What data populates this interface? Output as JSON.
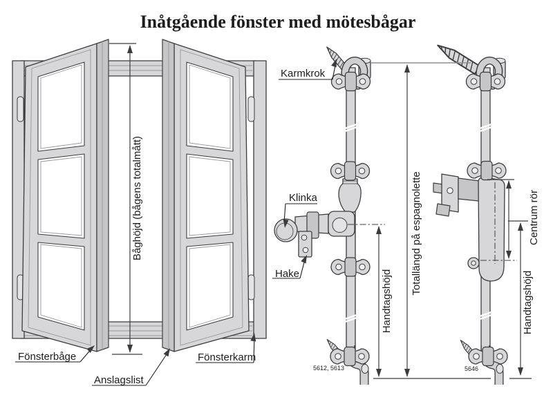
{
  "title": "Inåtgående fönster med mötesbågar",
  "window_diagram": {
    "dimension_label": "Båghöjd (bågens totalmått)",
    "sash_label": "Fönsterbåge",
    "stop_strip_label": "Anslagslist",
    "frame_label": "Fönsterkarm"
  },
  "hardware_diagram": {
    "left_espagnolette": {
      "frame_hook_label": "Karmkrok",
      "latch_label": "Klinka",
      "hook_label": "Hake",
      "handle_height_label": "Handtagshöjd",
      "total_length_label": "Totallängd på espagnolette",
      "part_numbers": "5612, 5613"
    },
    "right_espagnolette": {
      "center_tube_label": "Centrum rör",
      "handle_height_label": "Handtagshöjd",
      "part_number": "5646"
    }
  },
  "colors": {
    "background": "#ffffff",
    "text": "#1d1d1f",
    "outline": "#3c3c3e",
    "part-fill": "#d7d7da",
    "part-fill-dark": "#c6c6c9",
    "part-fill-light": "#e4e4e6",
    "glass": "#ffffff",
    "dim-line": "#3c3c3e",
    "ext-line": "#8f8f93"
  }
}
